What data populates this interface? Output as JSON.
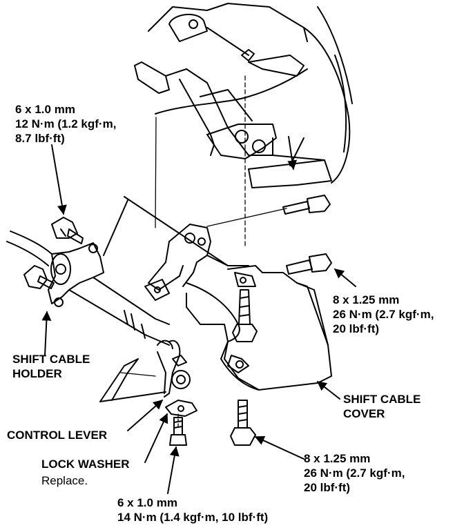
{
  "labels": {
    "bolt_top_left": {
      "size": "6 x 1.0 mm",
      "torque": "12 N·m (1.2 kgf·m,",
      "torque2": "8.7 lbf·ft)"
    },
    "bolt_right_upper": {
      "size": "8 x 1.25 mm",
      "torque": "26 N·m (2.7 kgf·m,",
      "torque2": "20 lbf·ft)"
    },
    "bolt_right_lower": {
      "size": "8 x 1.25 mm",
      "torque": "26 N·m (2.7 kgf·m,",
      "torque2": "20 lbf·ft)"
    },
    "bolt_bottom": {
      "size": "6 x 1.0 mm",
      "torque": "14 N·m (1.4 kgf·m, 10 lbf·ft)"
    },
    "shift_cable_holder": {
      "line1": "SHIFT CABLE",
      "line2": "HOLDER"
    },
    "shift_cable_cover": {
      "line1": "SHIFT CABLE",
      "line2": "COVER"
    },
    "control_lever": "CONTROL LEVER",
    "lock_washer": "LOCK WASHER",
    "lock_washer_note": "Replace."
  }
}
